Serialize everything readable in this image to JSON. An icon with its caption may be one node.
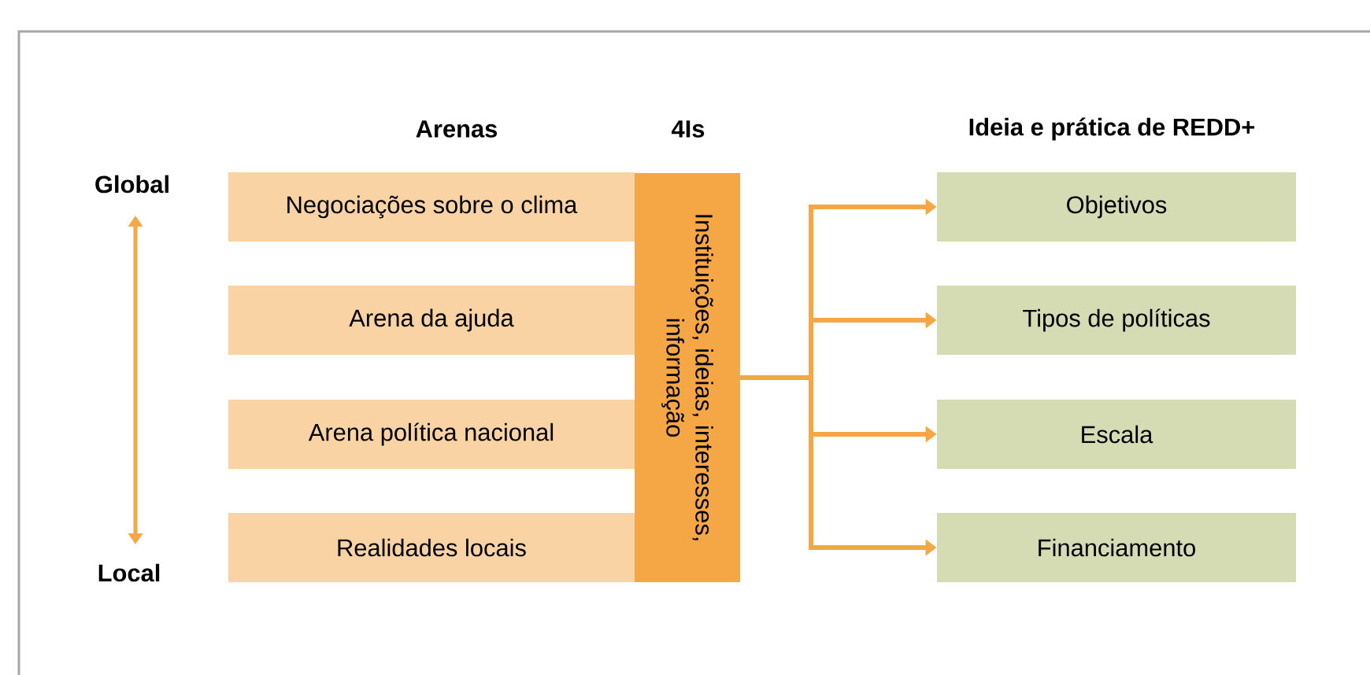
{
  "diagram": {
    "nodes": [
      {
        "text": [
          "Negociações sobre o clima"
        ]
      },
      {
        "text": [
          "Arena da ajuda"
        ]
      },
      {
        "text": [
          "Arena política nacional"
        ]
      },
      {
        "text": [
          "Realidades locais"
        ]
      },
      {
        "text": [
          "Instituições, ideias, interesses, informação"
        ]
      },
      {
        "text": [
          "Objetivos"
        ]
      },
      {
        "text": [
          "Tipos de políticas"
        ]
      },
      {
        "text": [
          "Escala"
        ]
      },
      {
        "text": [
          "Financiamento"
        ]
      }
    ],
    "edges": [
      {
        "from": 4,
        "to": 5,
        "arrow": "to"
      },
      {
        "from": 4,
        "to": 6,
        "arrow": "to"
      },
      {
        "from": 4,
        "to": 7,
        "arrow": "to"
      },
      {
        "from": 4,
        "to": 8,
        "arrow": "to"
      }
    ],
    "labels": [
      "Arenas",
      "4Is",
      "Ideia e prática de REDD+",
      "Global",
      "Local"
    ]
  }
}
